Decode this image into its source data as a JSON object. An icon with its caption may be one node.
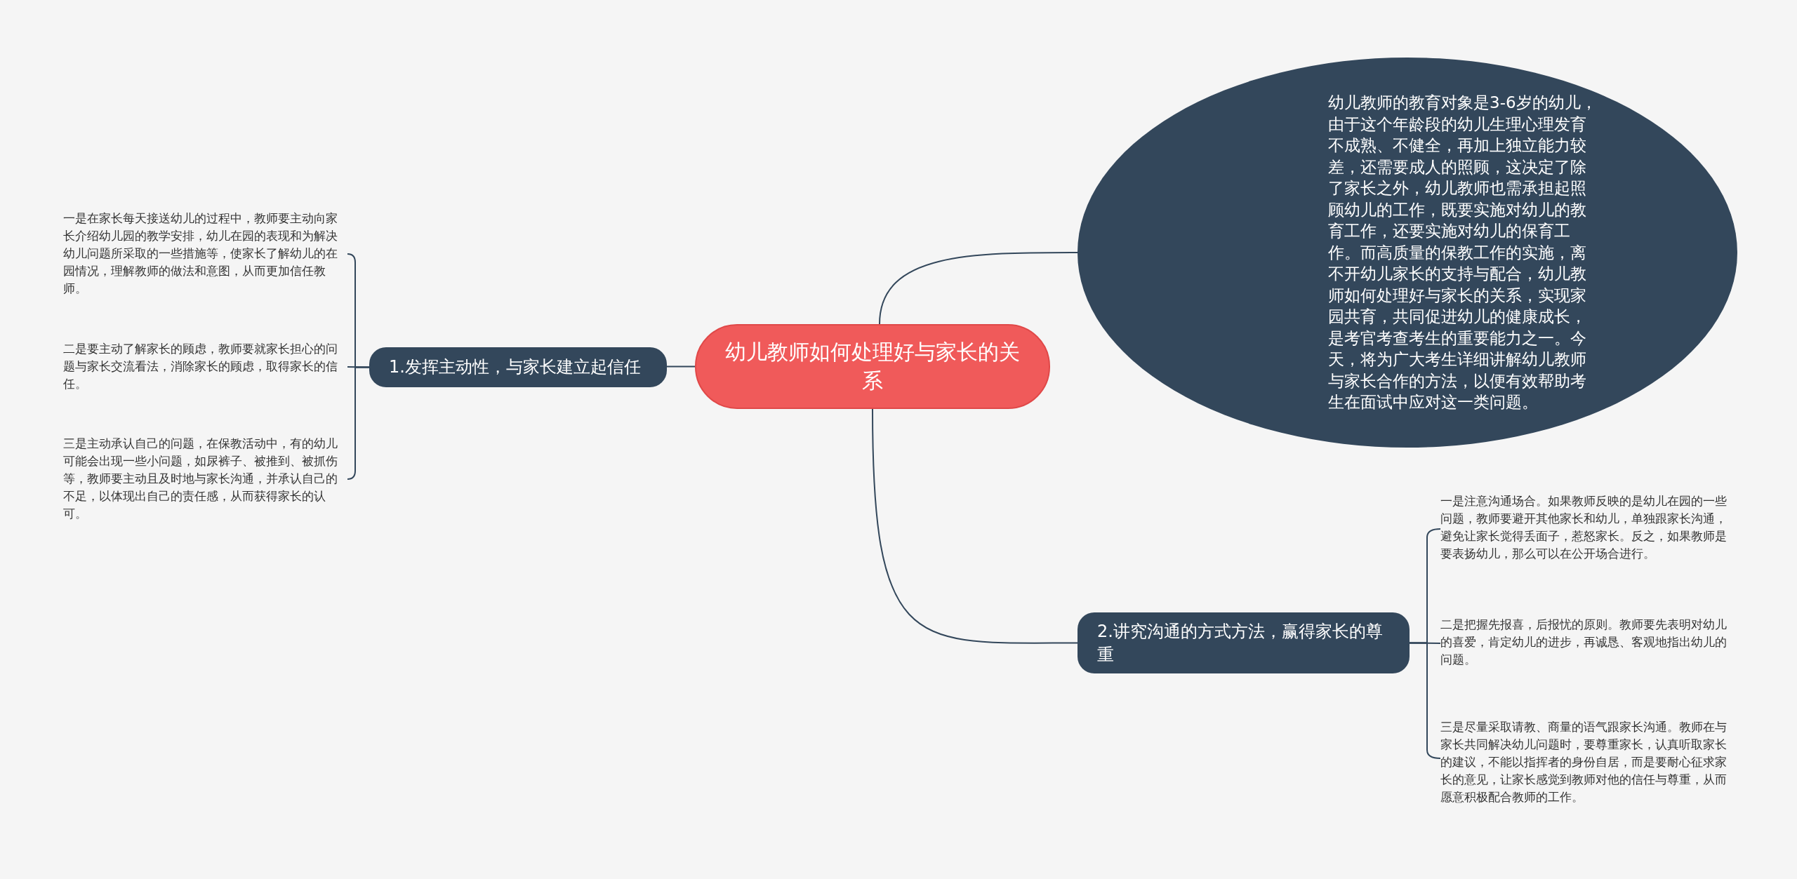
{
  "diagram": {
    "nodes": [
      {
        "text": [
          "幼儿教师如何处理好与家长的关系"
        ]
      },
      {
        "text": [
          "幼儿教师的教育对象是3-6岁的幼儿，由于这个年龄段的幼儿生理心理发育不成熟、不健全，再加上独立能力较差，还需要成人的照顾，这决定了除了家长之外，幼儿教师也需承担起照顾幼儿的工作，既要实施对幼儿的教育工作，还要实施对幼儿的保育工作。而高质量的保教工作的实施，离不开幼儿家长的支持与配合，幼儿教师如何处理好与家长的关系，实现家园共育，共同促进幼儿的健康成长，是考官考查考生的重要能力之一。今天，将为广大考生详细讲解幼儿教师与家长合作的方法，以便有效帮助考生在面试中应对这一类问题。"
        ]
      },
      {
        "text": [
          "1.发挥主动性，与家长建立起信任"
        ]
      },
      {
        "text": [
          "一是在家长每天接送幼儿的过程中，教师要主动向家长介绍幼儿园的教学安排，幼儿在园的表现和为解决幼儿问题所采取的一些措施等，使家长了解幼儿的在园情况，理解教师的做法和意图，从而更加信任教师。"
        ]
      },
      {
        "text": [
          "二是要主动了解家长的顾虑，教师要就家长担心的问题与家长交流看法，消除家长的顾虑，取得家长的信任。"
        ]
      },
      {
        "text": [
          "三是主动承认自己的问题，在保教活动中，有的幼儿可能会出现一些小问题，如尿裤子、被推到、被抓伤等，教师要主动且及时地与家长沟通，并承认自己的不足，以体现出自己的责任感，从而获得家长的认可。"
        ]
      },
      {
        "text": [
          "2.讲究沟通的方式方法，赢得家长的尊重"
        ]
      },
      {
        "text": [
          "一是注意沟通场合。如果教师反映的是幼儿在园的一些问题，教师要避开其他家长和幼儿，单独跟家长沟通，避免让家长觉得丢面子，惹怒家长。反之，如果教师是要表扬幼儿，那么可以在公开场合进行。"
        ]
      },
      {
        "text": [
          "二是把握先报喜，后报忧的原则。教师要先表明对幼儿的喜爱，肯定幼儿的进步，再诚恳、客观地指出幼儿的问题。"
        ]
      },
      {
        "text": [
          "三是尽量采取请教、商量的语气跟家长沟通。教师在与家长共同解决幼儿问题时，要尊重家长，认真听取家长的建议，不能以指挥者的身份自居，而是要耐心征求家长的意见，让家长感觉到教师对他的信任与尊重，从而愿意积极配合教师的工作。"
        ]
      }
    ],
    "edges": [
      {
        "from": 0,
        "to": 1,
        "arrow": "none"
      },
      {
        "from": 0,
        "to": 2,
        "arrow": "none"
      },
      {
        "from": 0,
        "to": 6,
        "arrow": "none"
      },
      {
        "from": 2,
        "to": 3,
        "arrow": "none"
      },
      {
        "from": 2,
        "to": 4,
        "arrow": "none"
      },
      {
        "from": 2,
        "to": 5,
        "arrow": "none"
      },
      {
        "from": 6,
        "to": 7,
        "arrow": "none"
      },
      {
        "from": 6,
        "to": 8,
        "arrow": "none"
      },
      {
        "from": 6,
        "to": 9,
        "arrow": "none"
      }
    ]
  }
}
